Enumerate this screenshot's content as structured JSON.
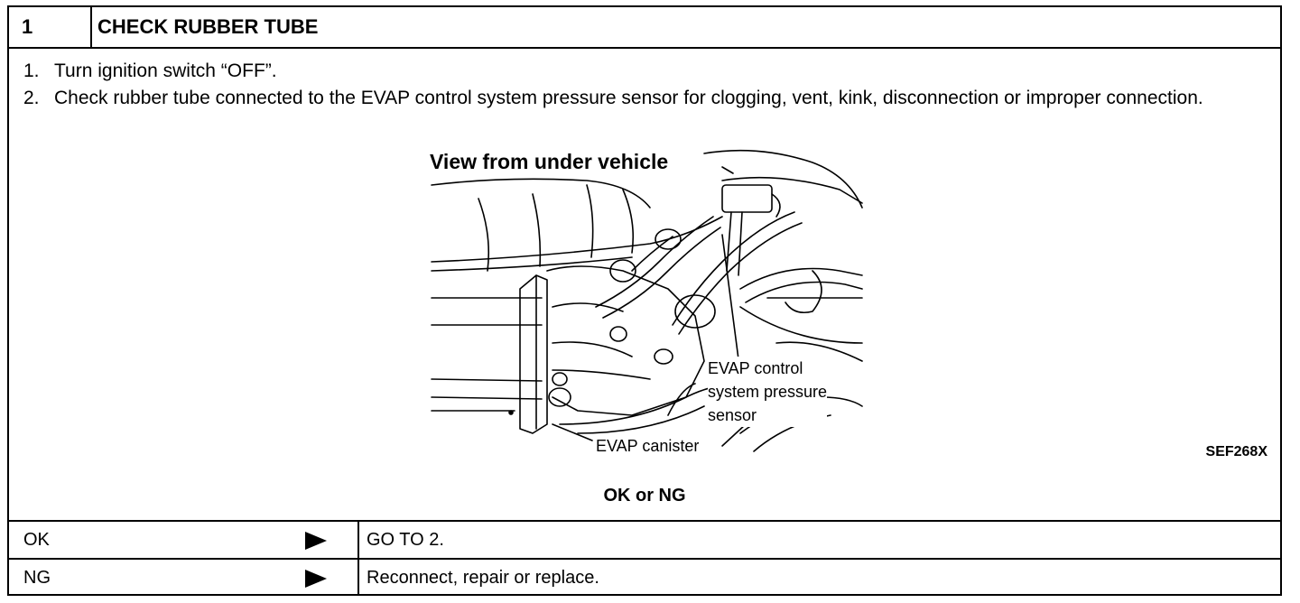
{
  "header": {
    "step_number": "1",
    "title": "CHECK RUBBER TUBE"
  },
  "steps": [
    {
      "num": "1.",
      "text": "Turn ignition switch “OFF”."
    },
    {
      "num": "2.",
      "text": "Check rubber tube connected to the EVAP control system pressure sensor for clogging, vent, kink, disconnection or improper connection."
    }
  ],
  "figure": {
    "title": "View from under vehicle",
    "label_sensor": "EVAP control\nsystem pressure\nsensor",
    "label_canister": "EVAP canister",
    "figure_id": "SEF268X"
  },
  "verdict": "OK or NG",
  "results": [
    {
      "key": "OK",
      "arrow_icon": "right-triangle-arrow",
      "action": "GO TO 2."
    },
    {
      "key": "NG",
      "arrow_icon": "right-triangle-arrow",
      "action": "Reconnect, repair or replace."
    }
  ]
}
